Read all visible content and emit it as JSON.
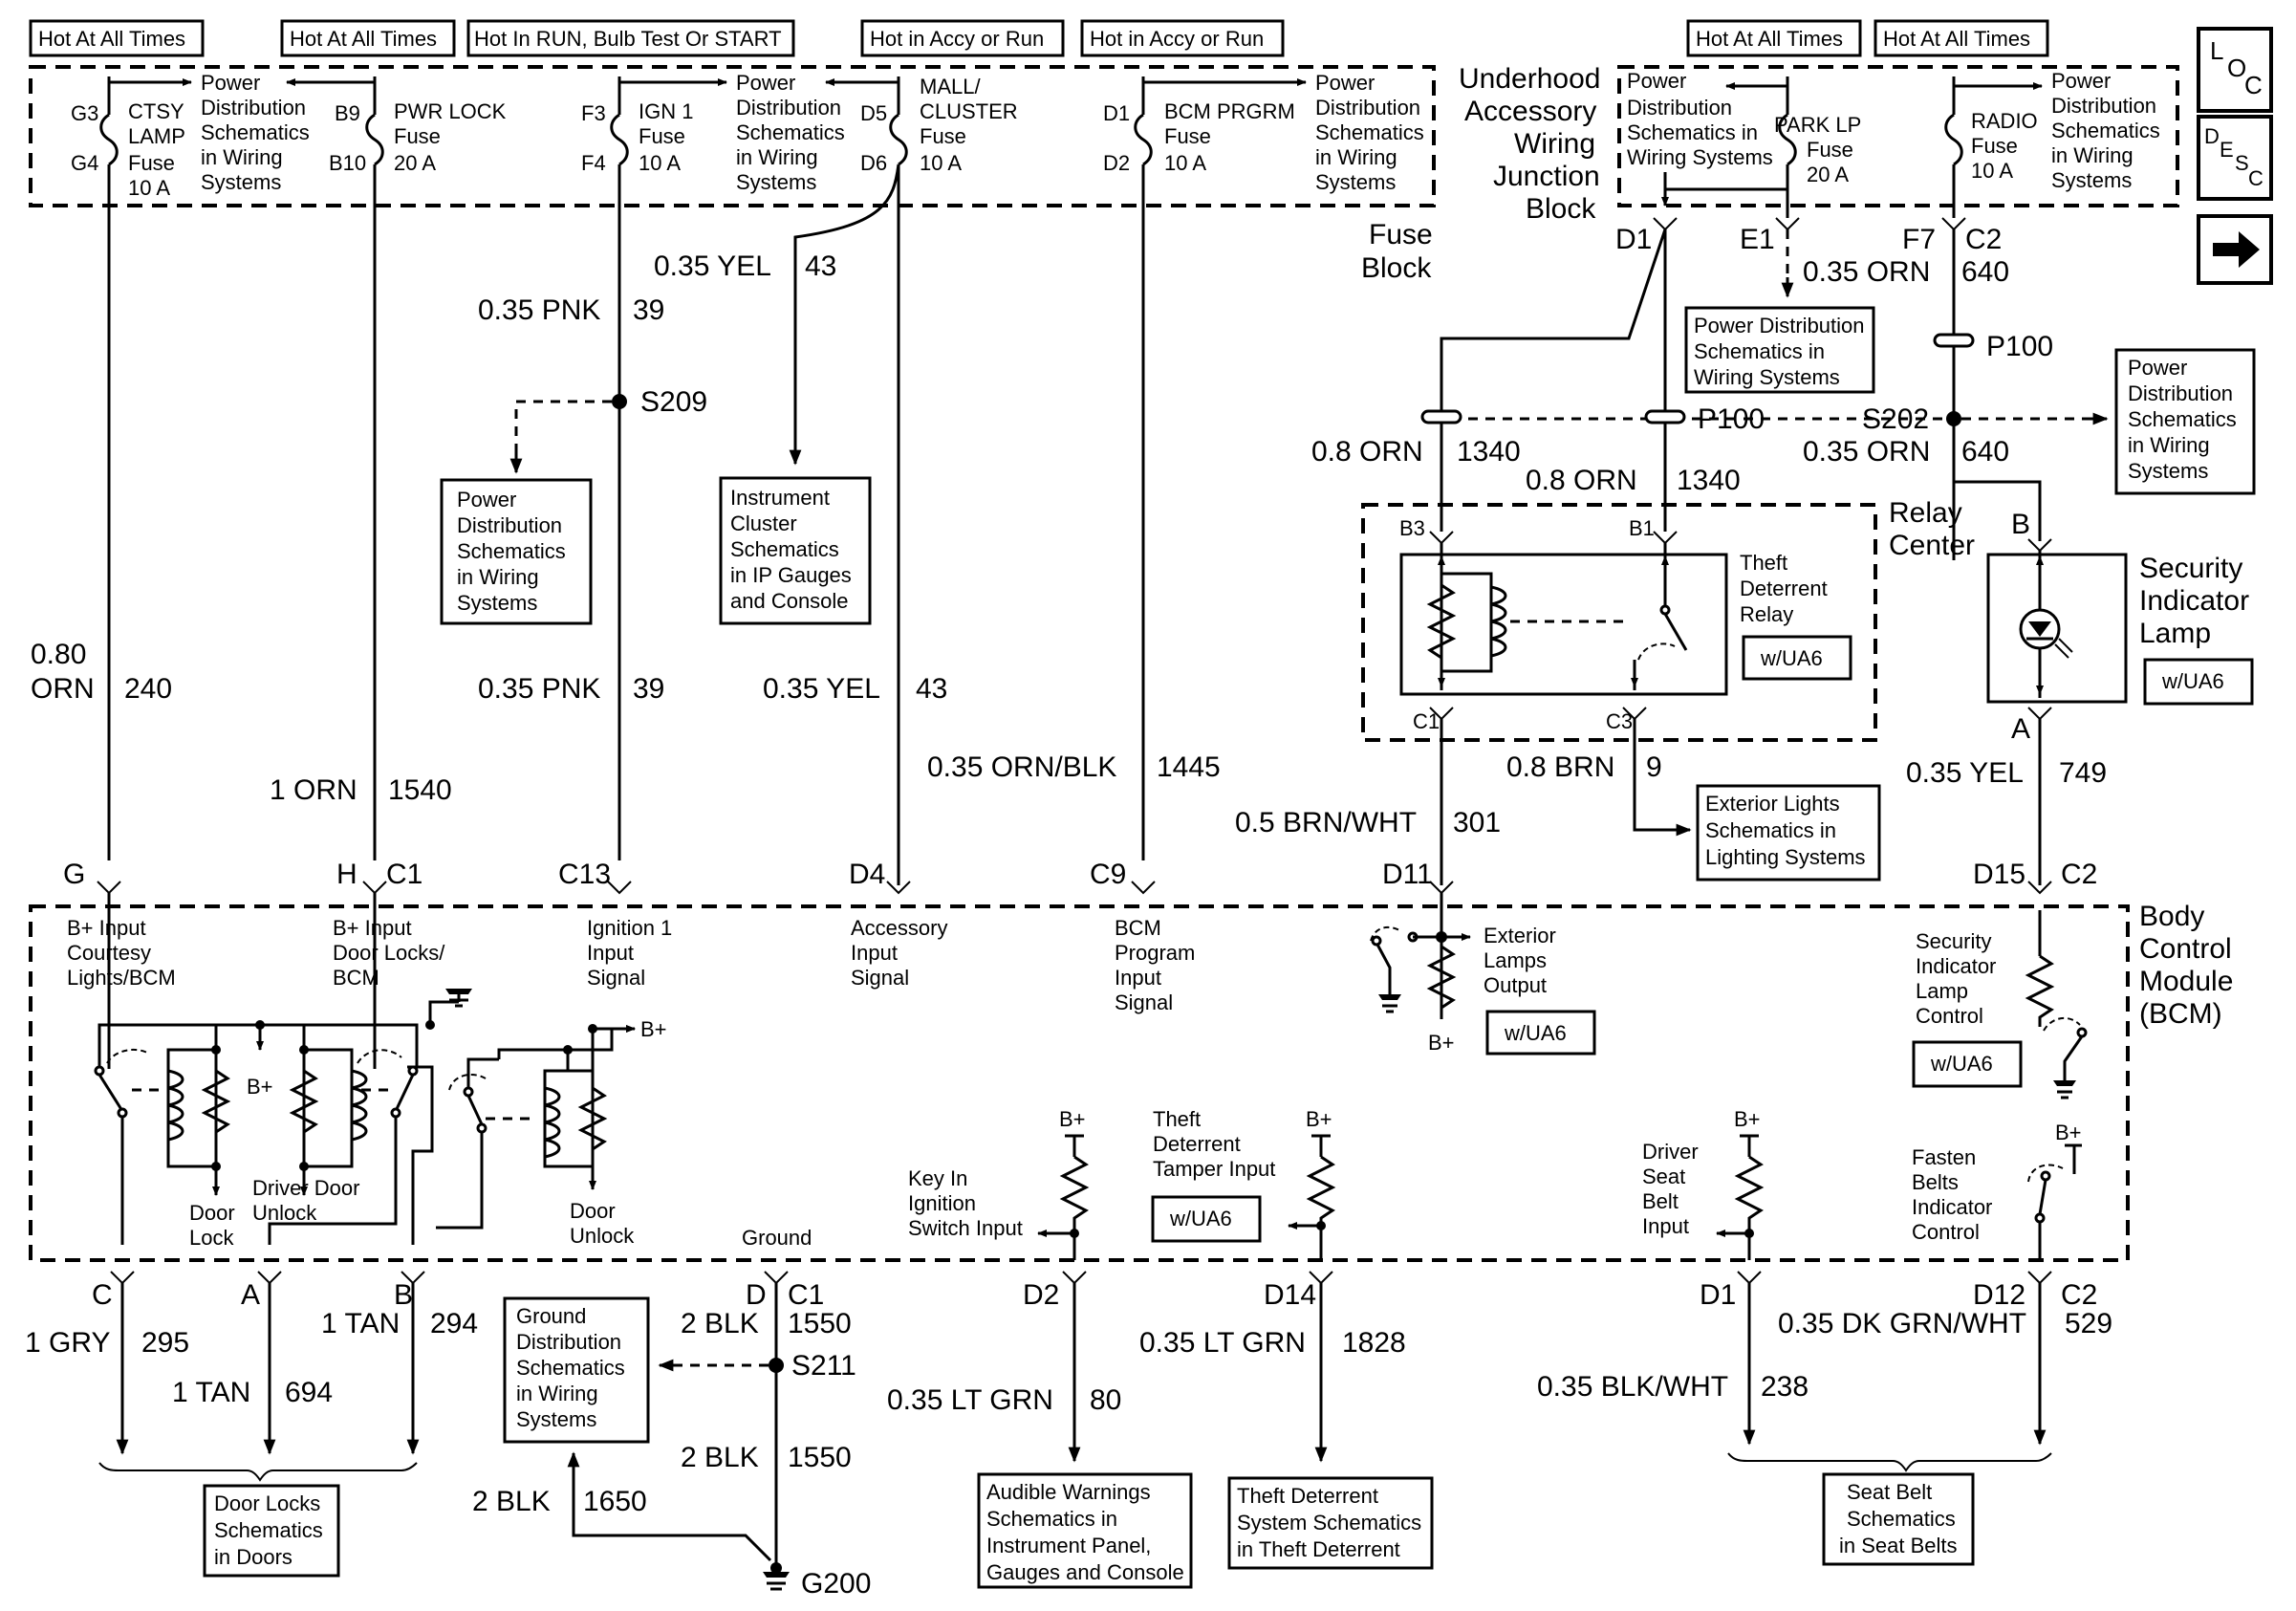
{
  "hot_labels": [
    "Hot At All Times",
    "Hot At All Times",
    "Hot In RUN, Bulb Test Or START",
    "Hot in Accy or Run",
    "Hot in Accy or Run",
    "Hot At All Times",
    "Hot At All Times"
  ],
  "nav_icons": {
    "loc": "LOC",
    "desc": "DESC",
    "next_icon": "right-arrow-icon"
  },
  "fuse_block": {
    "label_line1": "Fuse",
    "label_line2": "Block",
    "fuses": [
      {
        "pins": [
          "G3",
          "G4"
        ],
        "name": [
          "CTSY",
          "LAMP",
          "Fuse",
          "10 A"
        ]
      },
      {
        "pins": [
          "B9",
          "B10"
        ],
        "name": [
          "PWR LOCK",
          "Fuse",
          "20 A"
        ]
      },
      {
        "pins": [
          "F3",
          "F4"
        ],
        "name": [
          "IGN 1",
          "Fuse",
          "10 A"
        ]
      },
      {
        "pins": [
          "D5",
          "D6"
        ],
        "name": [
          "MALL/",
          "CLUSTER",
          "Fuse",
          "10 A"
        ]
      },
      {
        "pins": [
          "D1",
          "D2"
        ],
        "name": [
          "BCM PRGRM",
          "Fuse",
          "10 A"
        ]
      }
    ]
  },
  "underhood_block": {
    "title": [
      "Underhood",
      "Accessory",
      "Wiring",
      "Junction",
      "Block"
    ],
    "fuses": [
      {
        "name": [
          "PARK LP",
          "Fuse",
          "20 A"
        ]
      },
      {
        "name": [
          "RADIO",
          "Fuse",
          "10 A"
        ]
      }
    ]
  },
  "power_dist_refs": [
    "Power",
    "Distribution",
    "Schematics",
    "in Wiring",
    "Systems"
  ],
  "power_dist_compact": [
    "Power",
    "Distribution",
    "Schematics in",
    "Wiring Systems"
  ],
  "power_dist_box": [
    "Power Distribution",
    "Schematics in",
    "Wiring Systems"
  ],
  "instrument_cluster_box": [
    "Instrument",
    "Cluster",
    "Schematics",
    "in IP Gauges",
    "and Console"
  ],
  "exterior_lights_box": [
    "Exterior Lights",
    "Schematics in",
    "Lighting Systems"
  ],
  "ground_dist_box": [
    "Ground",
    "Distribution",
    "Schematics",
    "in Wiring",
    "Systems"
  ],
  "door_locks_box": [
    "Door Locks",
    "Schematics",
    "in Doors"
  ],
  "audible_warnings_box": [
    "Audible Warnings",
    "Schematics in",
    "Instrument Panel,",
    "Gauges and Console"
  ],
  "theft_deterrent_box": [
    "Theft Deterrent",
    "System Schematics",
    "in Theft Deterrent"
  ],
  "seat_belt_box": [
    "Seat Belt",
    "Schematics",
    "in Seat Belts"
  ],
  "wires": [
    {
      "gauge": "0.35 YEL",
      "circuit": "43"
    },
    {
      "gauge": "0.35 PNK",
      "circuit": "39"
    },
    {
      "gauge": "0.80",
      "gauge2": "ORN",
      "circuit": "240"
    },
    {
      "gauge": "0.35 PNK",
      "circuit": "39"
    },
    {
      "gauge": "0.35 YEL",
      "circuit": "43"
    },
    {
      "gauge": "1 ORN",
      "circuit": "1540"
    },
    {
      "gauge": "0.35 ORN/BLK",
      "circuit": "1445"
    },
    {
      "gauge": "0.35 ORN",
      "circuit": "640"
    },
    {
      "gauge": "0.8 ORN",
      "circuit": "1340"
    },
    {
      "gauge": "0.8 ORN",
      "circuit": "1340"
    },
    {
      "gauge": "0.35 ORN",
      "circuit": "640"
    },
    {
      "gauge": "0.8 BRN",
      "circuit": "9"
    },
    {
      "gauge": "0.5 BRN/WHT",
      "circuit": "301"
    },
    {
      "gauge": "0.35 YEL",
      "circuit": "749"
    },
    {
      "gauge": "1 GRY",
      "circuit": "295"
    },
    {
      "gauge": "1 TAN",
      "circuit": "294"
    },
    {
      "gauge": "1 TAN",
      "circuit": "694"
    },
    {
      "gauge": "2 BLK",
      "circuit": "1550"
    },
    {
      "gauge": "2 BLK",
      "circuit": "1550"
    },
    {
      "gauge": "2 BLK",
      "circuit": "1650"
    },
    {
      "gauge": "0.35 LT GRN",
      "circuit": "1828"
    },
    {
      "gauge": "0.35 LT GRN",
      "circuit": "80"
    },
    {
      "gauge": "0.35 DK GRN/WHT",
      "circuit": "529"
    },
    {
      "gauge": "0.35 BLK/WHT",
      "circuit": "238"
    }
  ],
  "splices": {
    "s209": "S209",
    "s202": "S202",
    "s211": "S211",
    "g200": "G200"
  },
  "connectors": {
    "uj_d1": "D1",
    "uj_e1": "E1",
    "uj_f7": "F7",
    "uj_c2": "C2",
    "p100a": "P100",
    "p100b": "P100",
    "relay_b3": "B3",
    "relay_b1": "B1",
    "relay_c1": "C1",
    "relay_c3": "C3",
    "lamp_b": "B",
    "lamp_a": "A",
    "bcm_top": [
      "G",
      "H",
      "C1",
      "C13",
      "D4",
      "C9",
      "D11",
      "D15",
      "C2"
    ],
    "bcm_bottom": [
      "C",
      "A",
      "B",
      "D",
      "C1",
      "D2",
      "D14",
      "D1",
      "D12",
      "C2"
    ]
  },
  "relay_center": {
    "title": [
      "Relay",
      "Center"
    ],
    "relay_name": [
      "Theft",
      "Deterrent",
      "Relay"
    ],
    "option": "w/UA6"
  },
  "security_lamp": {
    "title": [
      "Security",
      "Indicator",
      "Lamp"
    ],
    "option": "w/UA6"
  },
  "bcm": {
    "title": [
      "Body",
      "Control",
      "Module",
      "(BCM)"
    ],
    "inputs": {
      "courtesy": [
        "B+ Input",
        "Courtesy",
        "Lights/BCM"
      ],
      "door_locks": [
        "B+ Input",
        "Door Locks/",
        "BCM"
      ],
      "ign1": [
        "Ignition 1",
        "Input",
        "Signal"
      ],
      "accessory": [
        "Accessory",
        "Input",
        "Signal"
      ],
      "bcm_program": [
        "BCM",
        "Program",
        "Input",
        "Signal"
      ],
      "ext_lamps": [
        "Exterior",
        "Lamps",
        "Output"
      ],
      "security_ctrl": [
        "Security",
        "Indicator",
        "Lamp",
        "Control"
      ],
      "key_in": [
        "Key In",
        "Ignition",
        "Switch Input"
      ],
      "theft_tamper": [
        "Theft",
        "Deterrent",
        "Tamper Input"
      ],
      "driver_belt": [
        "Driver",
        "Seat",
        "Belt",
        "Input"
      ],
      "fasten_belts": [
        "Fasten",
        "Belts",
        "Indicator",
        "Control"
      ]
    },
    "labels": {
      "door_lock": [
        "Door",
        "Lock"
      ],
      "driver_door_unlock": [
        "Driver Door",
        "Unlock"
      ],
      "door_unlock": [
        "Door",
        "Unlock"
      ],
      "bplus": "B+",
      "ground": "Ground"
    },
    "option": "w/UA6"
  }
}
